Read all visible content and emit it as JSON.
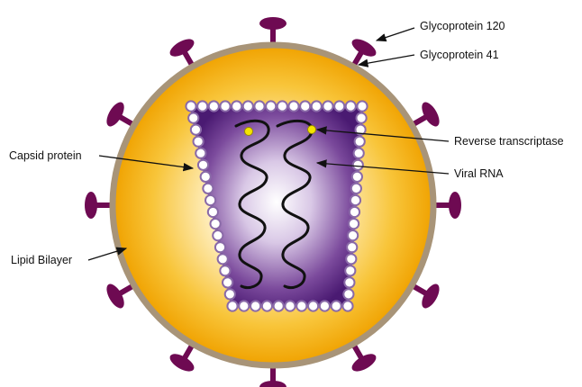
{
  "labels": {
    "gp120": "Glycoprotein 120",
    "gp41": "Glycoprotein 41",
    "reverse_transcriptase": "Reverse transcriptase",
    "viral_rna": "Viral RNA",
    "capsid_protein": "Capsid protein",
    "lipid_bilayer": "Lipid Bilayer"
  },
  "colors": {
    "envelope_outer": "#f2a600",
    "envelope_inner": "#ffffff",
    "membrane": "#a89478",
    "capsid_dark": "#4a1a72",
    "capsid_light": "#ffffff",
    "bead_fill": "#ffffff",
    "bead_stroke": "#8a6aa8",
    "spike": "#6e0a52",
    "enzyme": "#f5e400",
    "rna": "#111111",
    "arrow": "#111111"
  }
}
